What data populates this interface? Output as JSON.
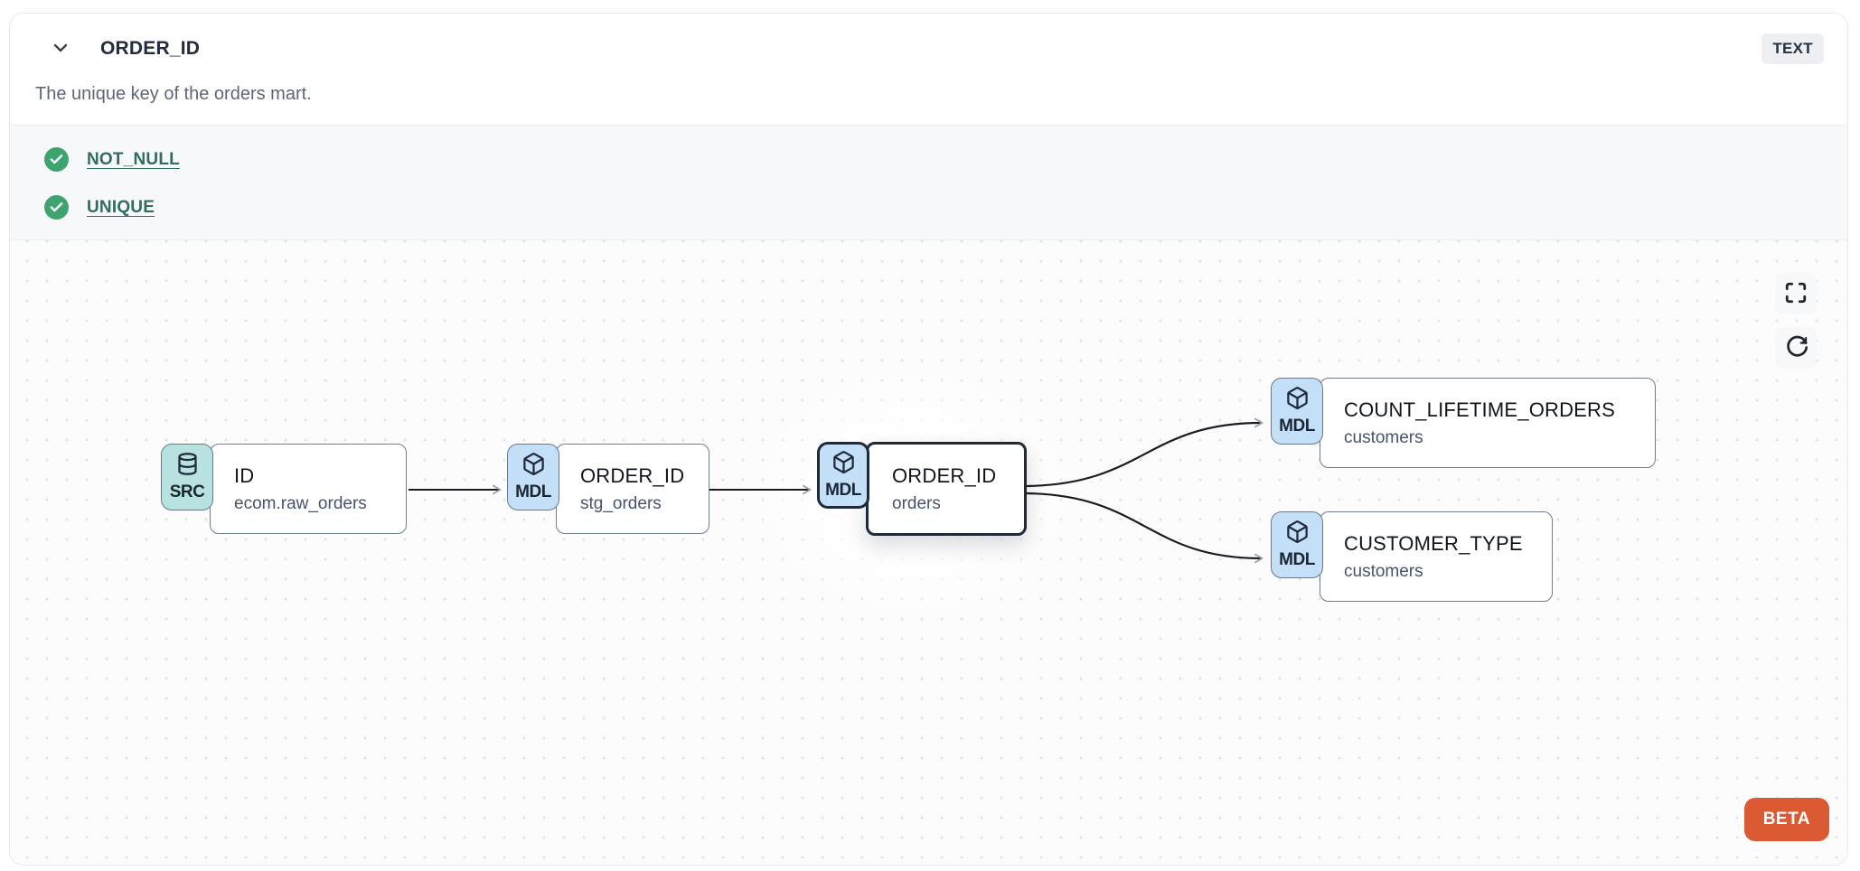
{
  "header": {
    "title": "ORDER_ID",
    "description": "The unique key of the orders mart.",
    "type_badge": "TEXT",
    "collapse_icon": "chevron-down-icon"
  },
  "tests": [
    {
      "label": "NOT_NULL",
      "status": "pass",
      "icon": "check-circle-icon"
    },
    {
      "label": "UNIQUE",
      "status": "pass",
      "icon": "check-circle-icon"
    }
  ],
  "lineage": {
    "controls": {
      "fullscreen_icon": "fullscreen-icon",
      "refresh_icon": "refresh-icon"
    },
    "beta_label": "BETA",
    "nodes": [
      {
        "badge": "SRC",
        "icon": "database-icon",
        "title": "ID",
        "subtitle": "ecom.raw_orders",
        "selected": false
      },
      {
        "badge": "MDL",
        "icon": "cube-icon",
        "title": "ORDER_ID",
        "subtitle": "stg_orders",
        "selected": false
      },
      {
        "badge": "MDL",
        "icon": "cube-icon",
        "title": "ORDER_ID",
        "subtitle": "orders",
        "selected": true
      },
      {
        "badge": "MDL",
        "icon": "cube-icon",
        "title": "COUNT_LIFETIME_ORDERS",
        "subtitle": "customers",
        "selected": false
      },
      {
        "badge": "MDL",
        "icon": "cube-icon",
        "title": "CUSTOMER_TYPE",
        "subtitle": "customers",
        "selected": false
      }
    ],
    "edges": [
      {
        "from": "ID / ecom.raw_orders",
        "to": "ORDER_ID / stg_orders"
      },
      {
        "from": "ORDER_ID / stg_orders",
        "to": "ORDER_ID / orders"
      },
      {
        "from": "ORDER_ID / orders",
        "to": "COUNT_LIFETIME_ORDERS / customers"
      },
      {
        "from": "ORDER_ID / orders",
        "to": "CUSTOMER_TYPE / customers"
      }
    ]
  },
  "colors": {
    "accent_orange": "#dc5a33",
    "test_pass_green": "#3ea36f",
    "test_link_teal": "#326b60",
    "src_badge_bg": "#b7e2e0",
    "mdl_badge_bg": "#c3e0f8",
    "selected_border": "#1f2a38",
    "node_border": "#717c8c",
    "edge_line": "#181c23"
  }
}
